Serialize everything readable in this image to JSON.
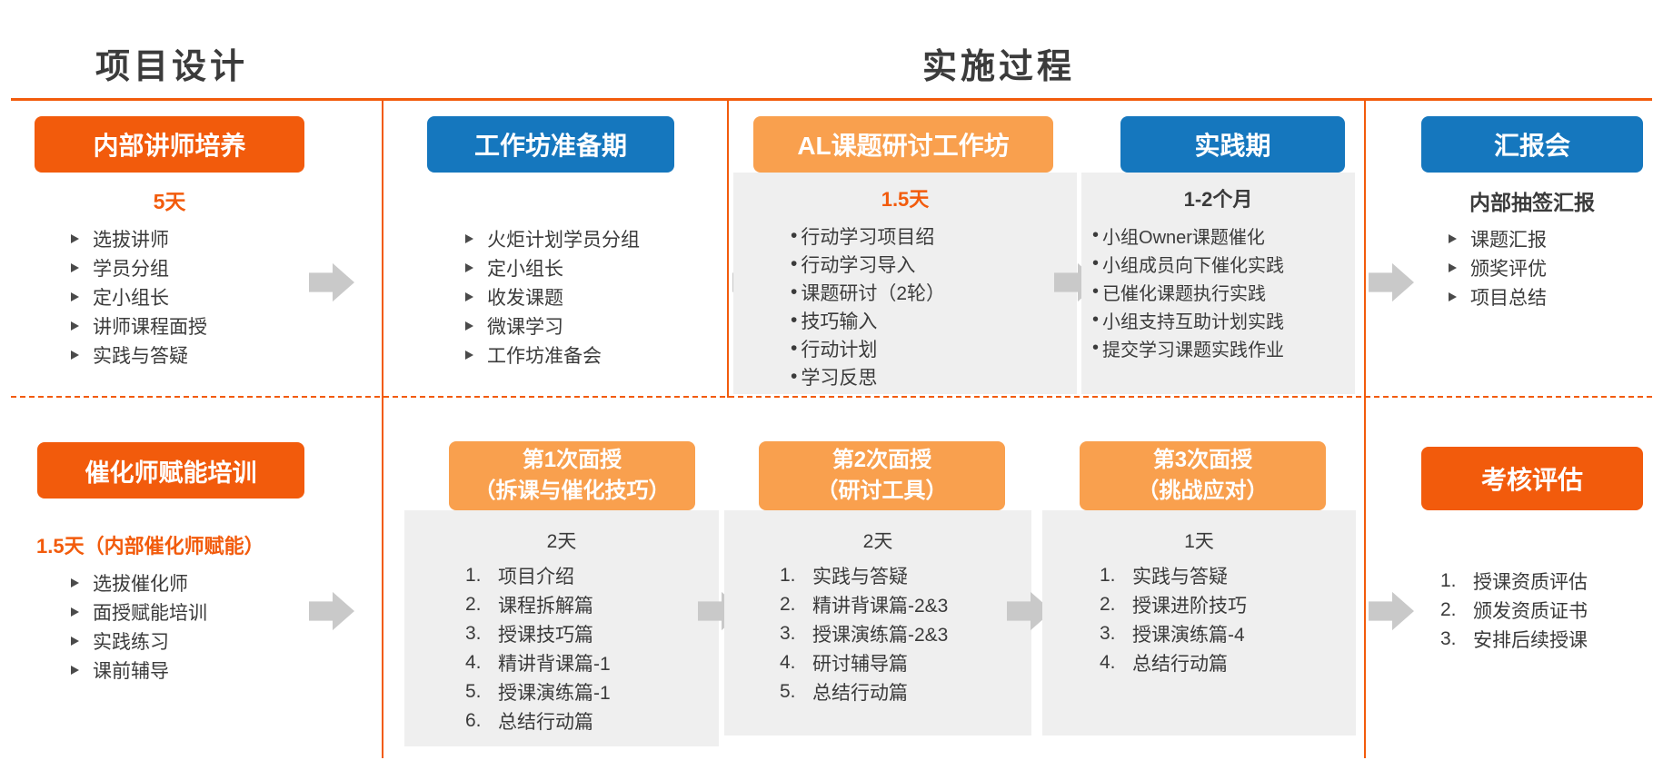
{
  "colors": {
    "accent_orange": "#f25b0c",
    "light_orange": "#f9a04e",
    "blue": "#1577be",
    "panel_gray": "#efefef",
    "arrow_gray": "#c9c9c9",
    "text_dark": "#3b3b3b"
  },
  "markers": {
    "arrow_bullet": "➢",
    "dot_bullet": "•"
  },
  "headers": {
    "left": "项目设计",
    "right": "实施过程"
  },
  "row1": {
    "col1": {
      "title": "内部讲师培养",
      "duration": "5天",
      "items": [
        "选拔讲师",
        "学员分组",
        "定小组长",
        "讲师课程面授",
        "实践与答疑"
      ]
    },
    "col2": {
      "title": "工作坊准备期",
      "items": [
        "火炬计划学员分组",
        "定小组长",
        "收发课题",
        "微课学习",
        "工作坊准备会"
      ]
    },
    "col3": {
      "title": "AL课题研讨工作坊",
      "duration": "1.5天",
      "items": [
        "行动学习项目绍",
        "行动学习导入",
        "课题研讨（2轮）",
        "技巧输入",
        "行动计划",
        "学习反思"
      ]
    },
    "col4": {
      "title": "实践期",
      "duration": "1-2个月",
      "items": [
        "小组Owner课题催化",
        "小组成员向下催化实践",
        "已催化课题执行实践",
        "小组支持互助计划实践",
        "提交学习课题实践作业"
      ]
    },
    "col5": {
      "title": "汇报会",
      "subtitle": "内部抽签汇报",
      "items": [
        "课题汇报",
        "颁奖评优",
        "项目总结"
      ]
    }
  },
  "row2": {
    "col1": {
      "title": "催化师赋能培训",
      "duration": "1.5天（内部催化师赋能）",
      "items": [
        "选拔催化师",
        "面授赋能培训",
        "实践练习",
        "课前辅导"
      ]
    },
    "col2": {
      "title1": "第1次面授",
      "title2": "（拆课与催化技巧）",
      "duration": "2天",
      "items": [
        "项目介绍",
        "课程拆解篇",
        "授课技巧篇",
        "精讲背课篇-1",
        "授课演练篇-1",
        "总结行动篇"
      ]
    },
    "col3": {
      "title1": "第2次面授",
      "title2": "（研讨工具）",
      "duration": "2天",
      "items": [
        "实践与答疑",
        "精讲背课篇-2&3",
        "授课演练篇-2&3",
        "研讨辅导篇",
        "总结行动篇"
      ]
    },
    "col4": {
      "title1": "第3次面授",
      "title2": "（挑战应对）",
      "duration": "1天",
      "items": [
        "实践与答疑",
        "授课进阶技巧",
        "授课演练篇-4",
        "总结行动篇"
      ]
    },
    "col5": {
      "title": "考核评估",
      "items": [
        "授课资质评估",
        "颁发资质证书",
        "安排后续授课"
      ]
    }
  }
}
